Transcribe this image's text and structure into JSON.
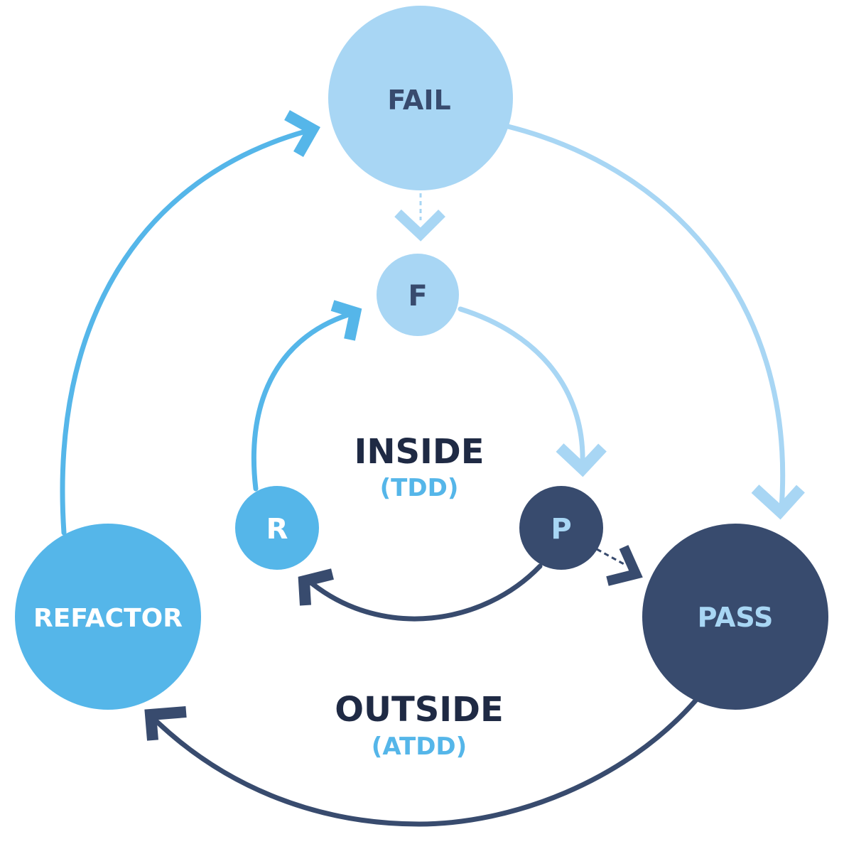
{
  "colors": {
    "light_blue": "#a8d6f4",
    "mid_blue": "#55b6e9",
    "navy": "#384b6e",
    "white": "#ffffff"
  },
  "nodes": {
    "fail": "FAIL",
    "pass": "PASS",
    "refactor": "REFACTOR",
    "inner_fail": "F",
    "inner_pass": "P",
    "inner_refactor": "R"
  },
  "labels": {
    "inside_title": "INSIDE",
    "inside_sub": "(TDD)",
    "outside_title": "OUTSIDE",
    "outside_sub": "(ATDD)"
  }
}
